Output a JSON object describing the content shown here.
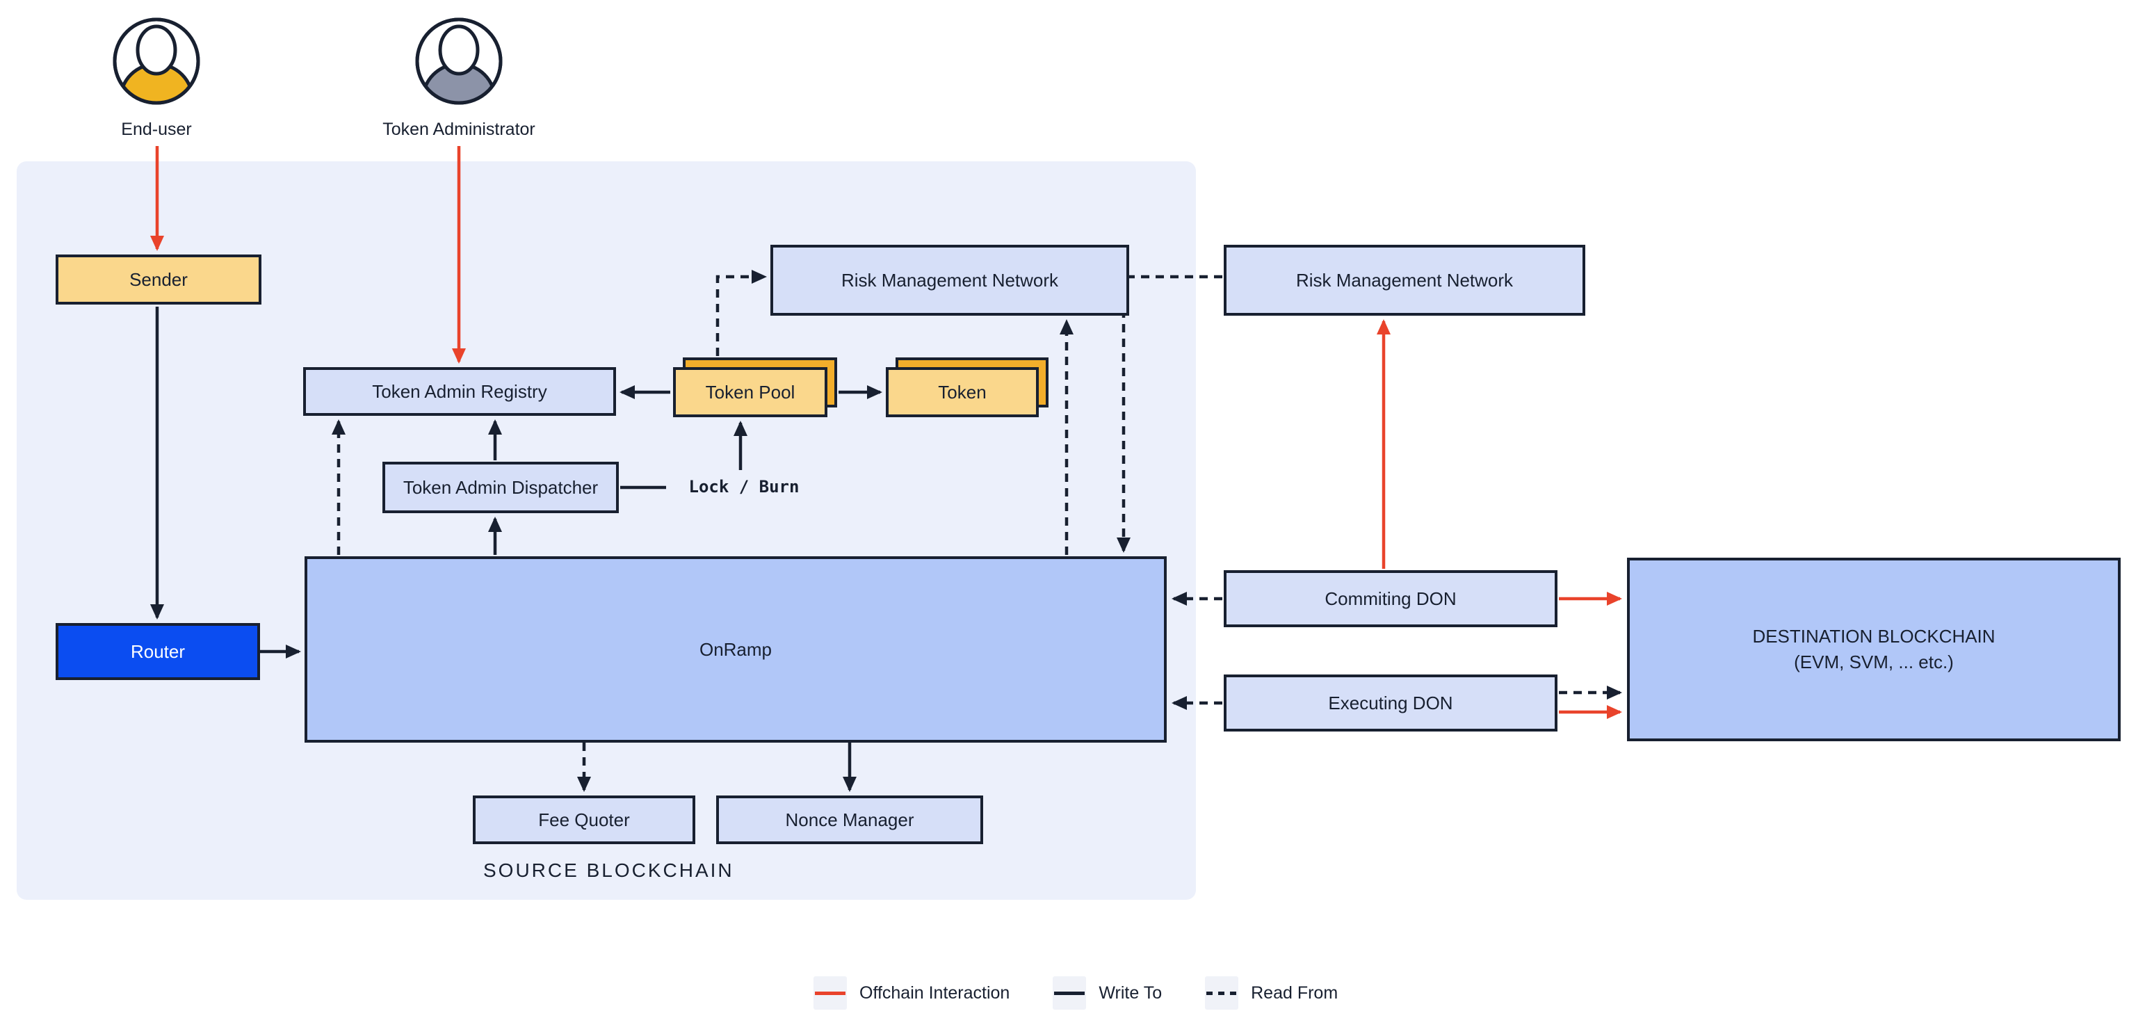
{
  "actors": [
    {
      "label": "End-user"
    },
    {
      "label": "Token Administrator"
    }
  ],
  "source_panel": {
    "label": "SOURCE BLOCKCHAIN"
  },
  "nodes": {
    "sender": {
      "label": "Sender"
    },
    "router": {
      "label": "Router"
    },
    "token_admin_registry": {
      "label": "Token Admin Registry"
    },
    "token_admin_dispatcher": {
      "label": "Token Admin Dispatcher"
    },
    "token_pool": {
      "label": "Token Pool"
    },
    "token": {
      "label": "Token"
    },
    "risk_management_network_source": {
      "label": "Risk Management Network"
    },
    "risk_management_network_offchain": {
      "label": "Risk Management Network"
    },
    "onramp": {
      "label": "OnRamp"
    },
    "fee_quoter": {
      "label": "Fee Quoter"
    },
    "nonce_manager": {
      "label": "Nonce Manager"
    },
    "commiting_don": {
      "label": "Commiting DON"
    },
    "executing_don": {
      "label": "Executing DON"
    },
    "destination_blockchain": {
      "label_line1": "DESTINATION BLOCKCHAIN",
      "label_line2": "(EVM, SVM, ... etc.)"
    }
  },
  "annotations": {
    "lock_burn": "Lock / Burn"
  },
  "legend": [
    {
      "label": "Offchain Interaction"
    },
    {
      "label": "Write To"
    },
    {
      "label": "Read From"
    }
  ],
  "colors": {
    "offchain_red": "#E9432B",
    "write_dark": "#182030",
    "source_panel_bg": "#ECF0FB",
    "node_light_blue": "#D6DFF8",
    "node_medium_blue": "#B1C7F8",
    "node_yellow": "#FAD78C",
    "node_yellow_shadow": "#F3AE2B",
    "router_blue": "#0B4DF1",
    "avatar_user_shoulders": "#F0B421",
    "avatar_admin_shoulders": "#8C93A8"
  }
}
